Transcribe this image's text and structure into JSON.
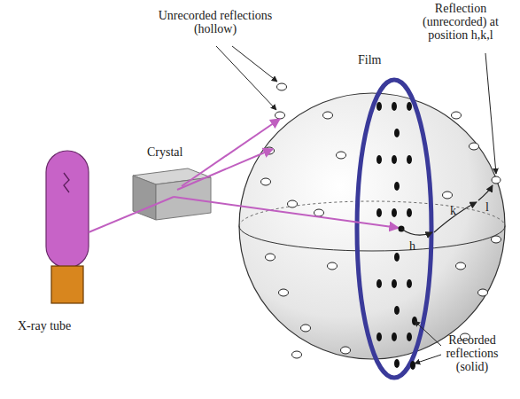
{
  "diagram": {
    "labels": [
      "Unrecorded reflections (hollow)",
      "Reflection (unrecorded) at position h,k,l",
      "Film",
      "Crystal",
      "X-ray tube",
      "Recorded reflections (solid)",
      "h",
      "k",
      "l"
    ]
  }
}
